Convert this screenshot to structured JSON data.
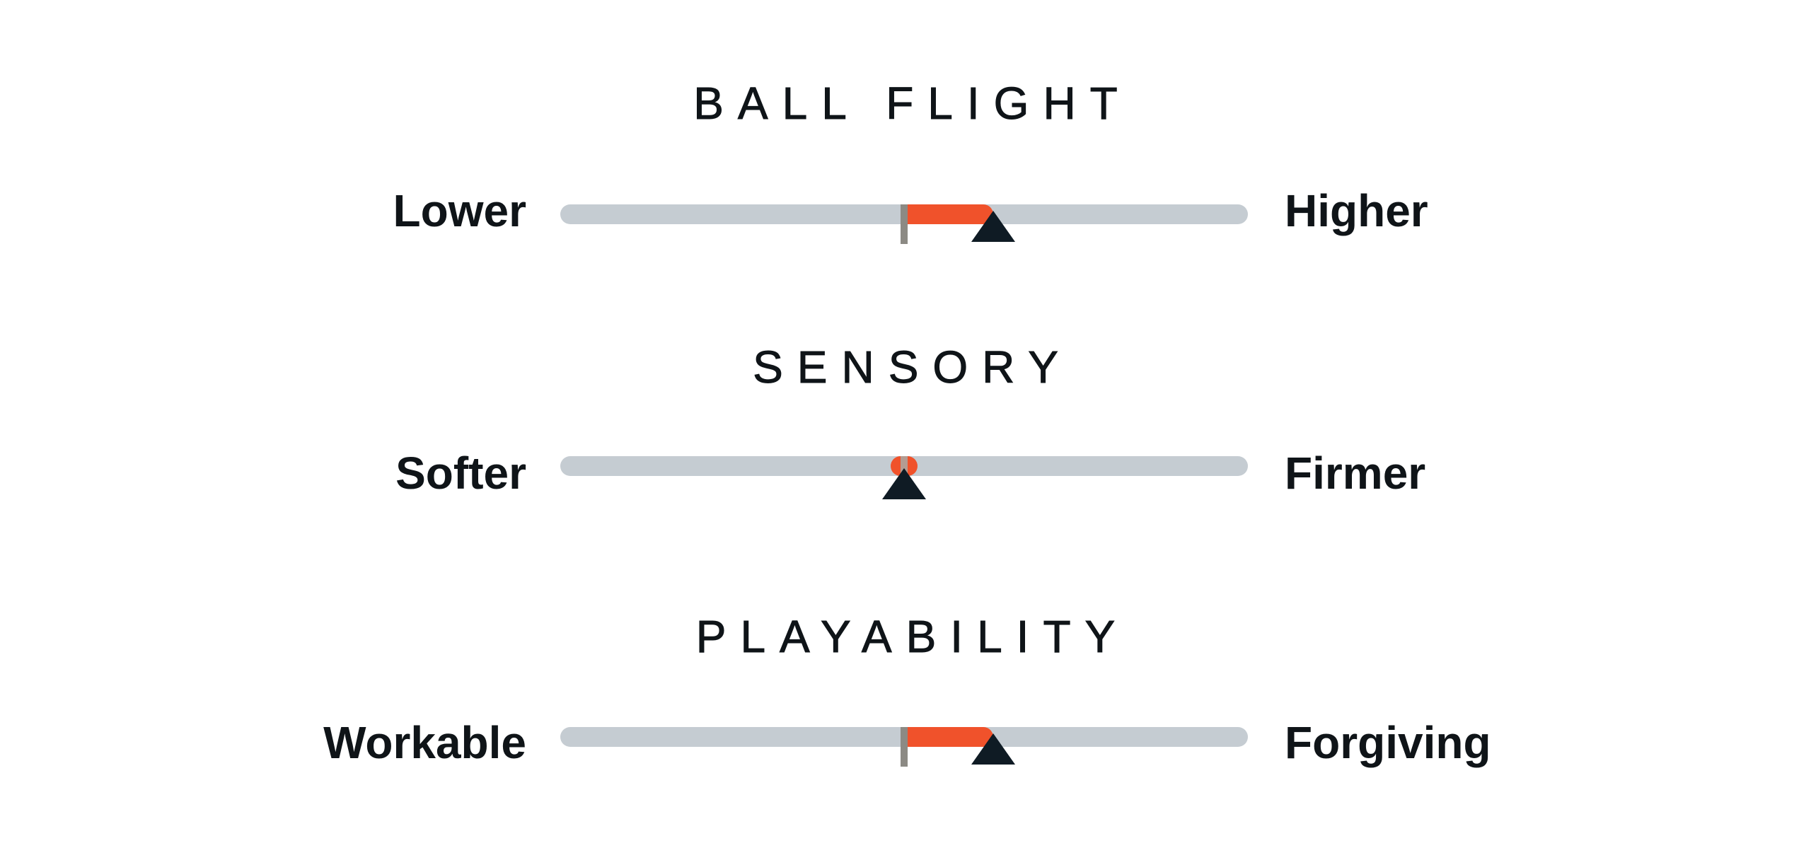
{
  "scales": [
    {
      "title": "BALL FLIGHT",
      "left_label": "Lower",
      "right_label": "Higher",
      "baseline_level": 0.5,
      "value_level": 0.63
    },
    {
      "title": "SENSORY",
      "left_label": "Softer",
      "right_label": "Firmer",
      "baseline_level": 0.5,
      "value_level": 0.5
    },
    {
      "title": "PLAYABILITY",
      "left_label": "Workable",
      "right_label": "Forgiving",
      "baseline_level": 0.5,
      "value_level": 0.63
    }
  ],
  "colors": {
    "track": "#c5ccd2",
    "fill": "#f0522b",
    "pointer": "#0f1b24",
    "baseline_tick": "#8c8a84",
    "text": "#0f1418"
  }
}
